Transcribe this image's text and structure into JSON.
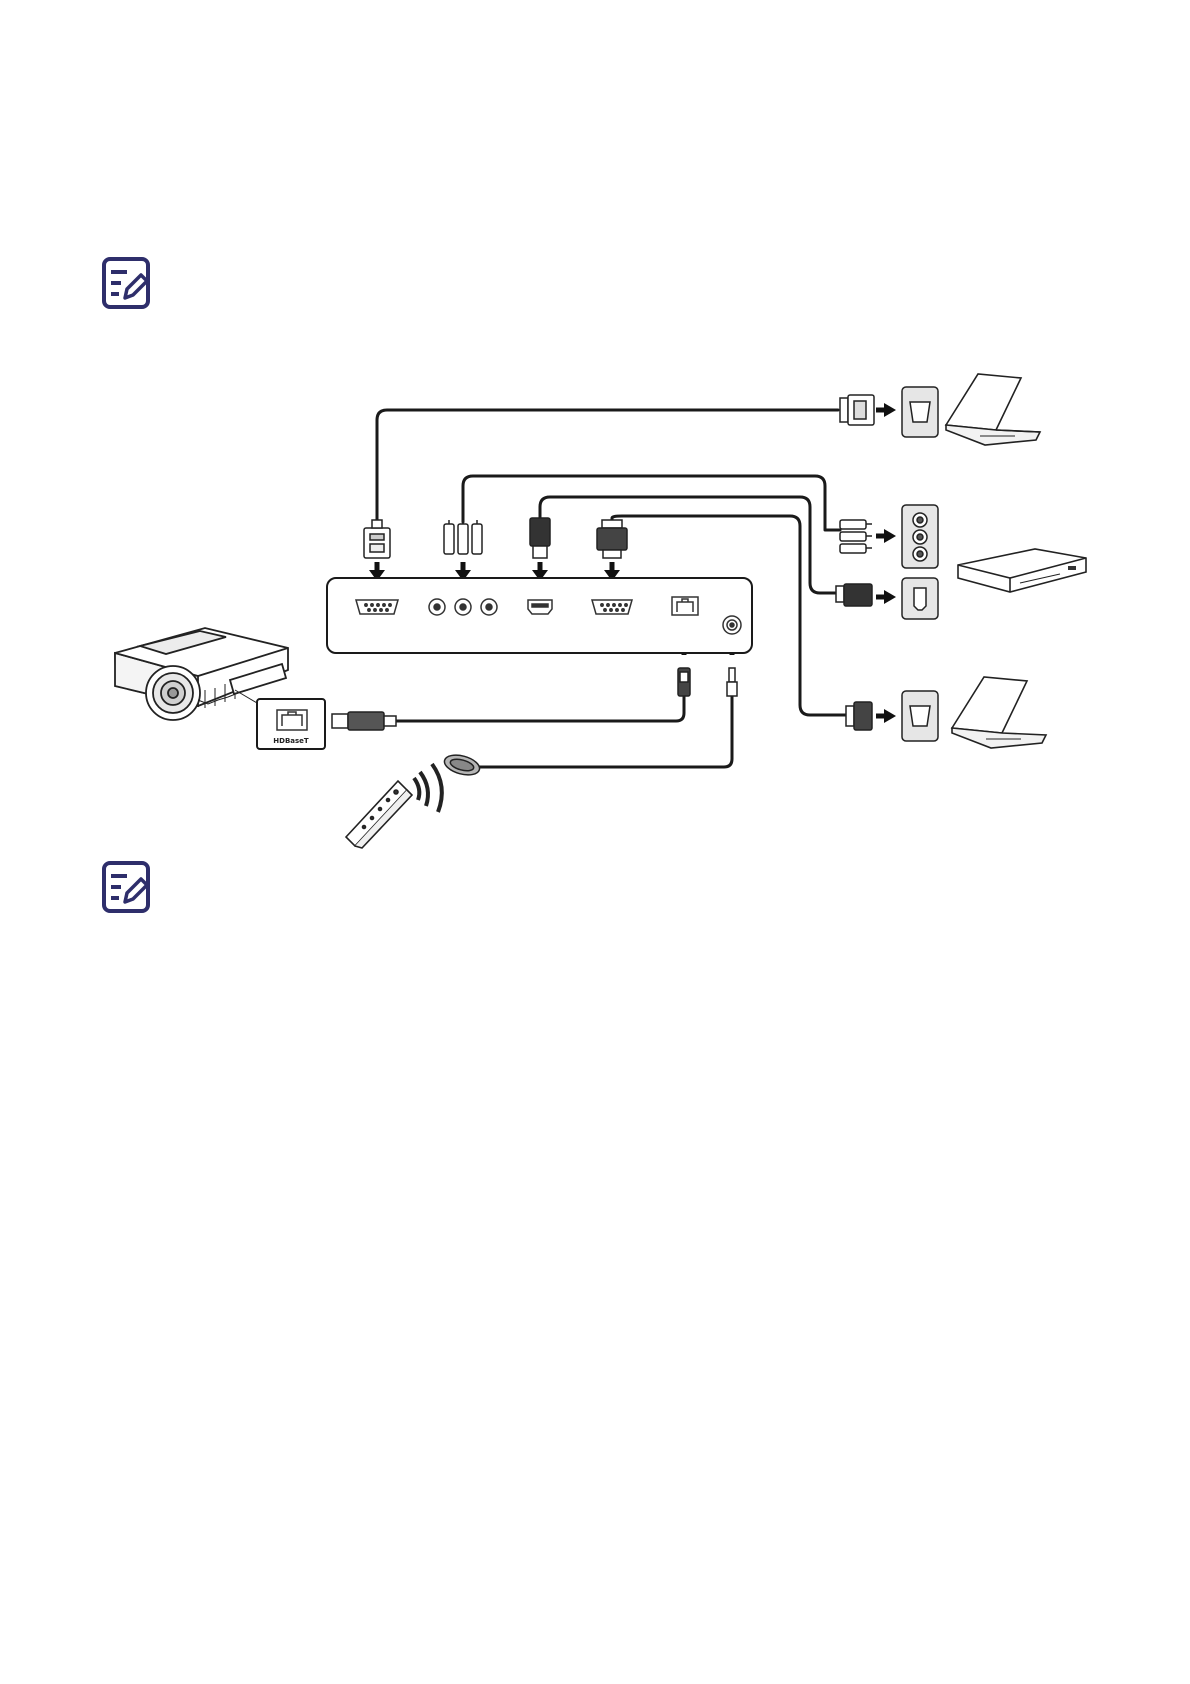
{
  "icons": {
    "note": "note-pencil-icon"
  },
  "colors": {
    "accent": "#2e2e6b",
    "line": "#1a1a1a",
    "device": "#ffffff",
    "panel": "#f5f5f5",
    "port": "#bdbdbd"
  },
  "diagram": {
    "hdbaset_label": "HDBaseT",
    "devices": [
      "laptop-top",
      "dvd-player",
      "laptop-bottom",
      "projector",
      "remote-control"
    ]
  }
}
